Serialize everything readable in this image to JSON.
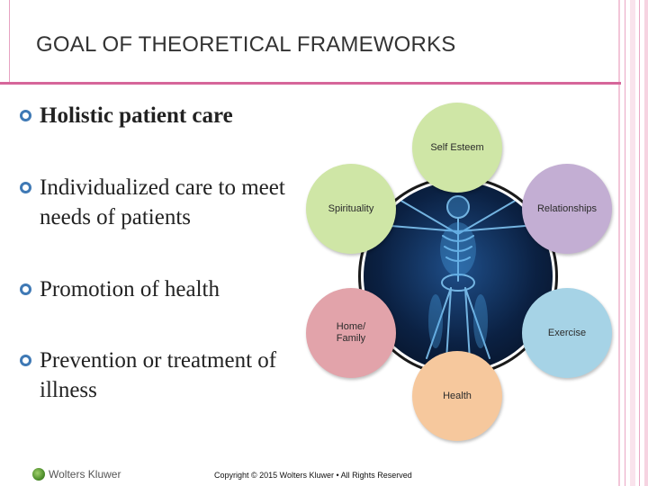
{
  "slide": {
    "title": "GOAL OF THEORETICAL FRAMEWORKS",
    "bullets": [
      {
        "text": "Holistic patient care",
        "bold": true
      },
      {
        "text": "Individualized care to meet needs of patients",
        "bold": false
      },
      {
        "text": "Promotion of health",
        "bold": false
      },
      {
        "text": "Prevention or treatment of illness",
        "bold": false
      }
    ]
  },
  "diagram": {
    "center": "human-figure",
    "nodes": [
      {
        "label": "Self Esteem",
        "color": "#cfe6a6"
      },
      {
        "label": "Relationships",
        "color": "#c3aed3"
      },
      {
        "label": "Exercise",
        "color": "#a6d3e6"
      },
      {
        "label": "Health",
        "color": "#f6c89d"
      },
      {
        "label": "Home/\nFamily",
        "color": "#e2a3aa"
      },
      {
        "label": "Spirituality",
        "color": "#cfe6a6"
      }
    ]
  },
  "footer": {
    "brand": "Wolters Kluwer",
    "copyright": "Copyright © 2015 Wolters Kluwer • All Rights Reserved"
  },
  "colors": {
    "accent": "#d6669a",
    "bullet": "#3f79b5"
  }
}
